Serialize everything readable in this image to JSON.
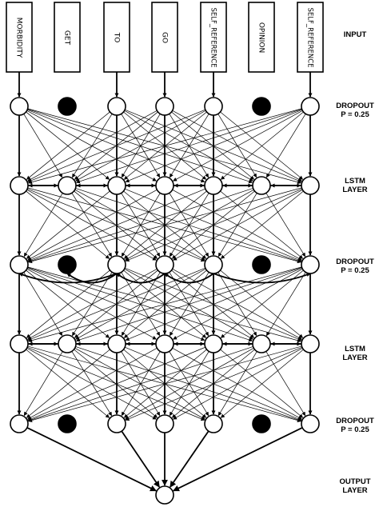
{
  "inputs": [
    "MORBIDITY",
    "GET",
    "TO",
    "GO",
    "SELF_REFERENCE",
    "OPINION",
    "SELF_REFERENCE"
  ],
  "labels": {
    "input": "INPUT",
    "dropout": "DROPOUT",
    "dropout_p": "P = 0.25",
    "lstm": "LSTM",
    "lstm_layer": "LAYER",
    "output": "OUTPUT",
    "output_layer": "LAYER"
  },
  "layers": [
    {
      "kind": "dropout",
      "dropped": [
        1,
        5
      ]
    },
    {
      "kind": "lstm"
    },
    {
      "kind": "dropout",
      "dropped": [
        1,
        5
      ]
    },
    {
      "kind": "lstm"
    },
    {
      "kind": "dropout",
      "dropped": [
        1,
        5
      ]
    },
    {
      "kind": "output"
    }
  ]
}
